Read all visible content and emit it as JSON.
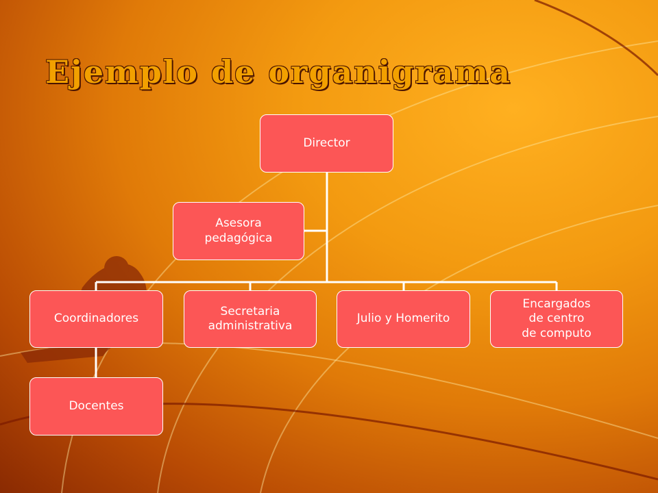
{
  "title": "Ejemplo de organigrama",
  "nodes": {
    "director": "Director",
    "advisor": "Asesora\npedagógica",
    "coordinators": "Coordinadores",
    "secretary": "Secretaria\nadministrativa",
    "julio": "Julio y Homerito",
    "computing": "Encargados\nde centro\nde computo",
    "teachers": "Docentes"
  },
  "colors": {
    "node_fill": "#fc5656",
    "connector": "#ffffff",
    "title_fill": "#f2a000",
    "title_outline": "#4a1400"
  }
}
